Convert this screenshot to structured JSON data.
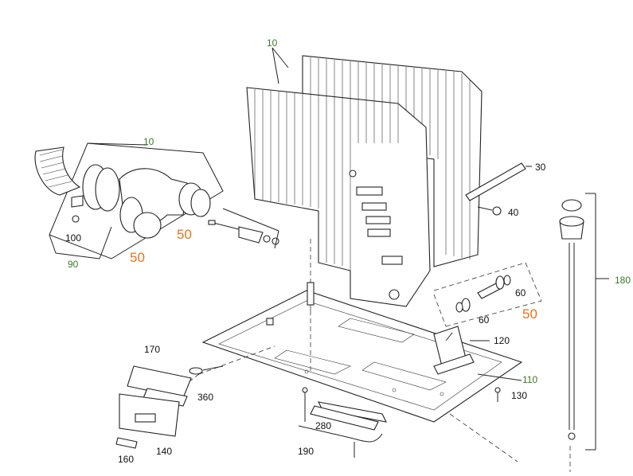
{
  "labels": {
    "l10_top": "10",
    "l10_left": "10",
    "l30": "30",
    "l40": "40",
    "l50_a": "50",
    "l50_b": "50",
    "l50_c": "50",
    "l60_a": "60",
    "l60_b": "60",
    "l90": "90",
    "l100": "100",
    "l110": "110",
    "l120": "120",
    "l130": "130",
    "l140": "140",
    "l160": "160",
    "l170": "170",
    "l180": "180",
    "l190": "190",
    "l280": "280",
    "l360": "360"
  },
  "colors": {
    "ink": "#222222",
    "green_label": "#3a7a22",
    "orange_label": "#e8731c"
  }
}
